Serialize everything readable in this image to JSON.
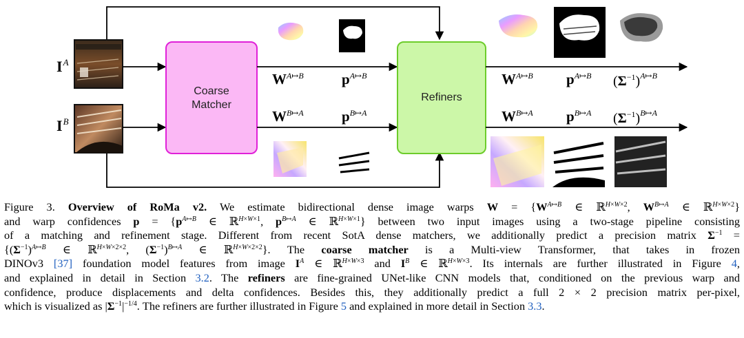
{
  "figure": {
    "image_a_label_base": "I",
    "image_a_label_sup": "A",
    "image_b_label_base": "I",
    "image_b_label_sup": "B",
    "coarse_matcher_line1": "Coarse",
    "coarse_matcher_line2": "Matcher",
    "refiners_label": "Refiners",
    "coarse_outputs": {
      "warp_ab": "A↦B",
      "conf_ab": "A↦B",
      "warp_ba": "B↦A",
      "conf_ba": "B↦A"
    },
    "refined_outputs": {
      "warp_ab": "A↦B",
      "conf_ab": "A↦B",
      "prec_ab": "A↦B",
      "warp_ba": "B↦A",
      "conf_ba": "B↦A",
      "prec_ba": "B↦A"
    },
    "colors": {
      "coarse_fill": "#fbb8f5",
      "coarse_stroke": "#e020d8",
      "refiner_fill": "#ccf7a8",
      "refiner_stroke": "#6ccc2a"
    }
  },
  "caption": {
    "figure_number": "Figure 3.",
    "title": "Overview of RoMa v2.",
    "ref_37": "[37]",
    "ref_fig4": "4",
    "ref_sec32": "3.2",
    "ref_fig5": "5",
    "ref_sec33": "3.3"
  }
}
